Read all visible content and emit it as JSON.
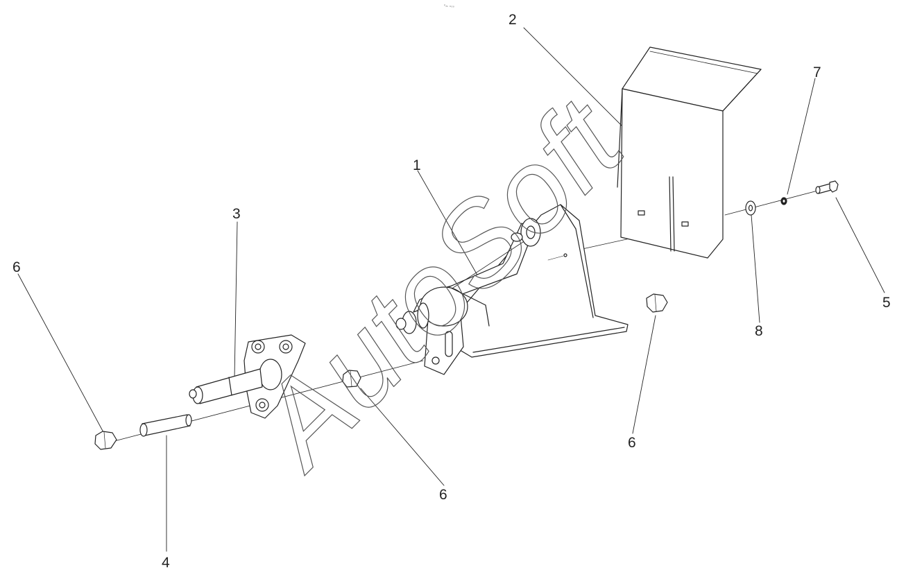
{
  "header_mark": "⁰ₘ ₙₒₒ",
  "watermark": "AutoSoft",
  "callouts": {
    "c1": "1",
    "c2": "2",
    "c3": "3",
    "c4": "4",
    "c5": "5",
    "c6a": "6",
    "c6b": "6",
    "c6c": "6",
    "c7": "7",
    "c8": "8"
  },
  "colors": {
    "line": "#222222",
    "watermark_stroke": "#555555"
  }
}
